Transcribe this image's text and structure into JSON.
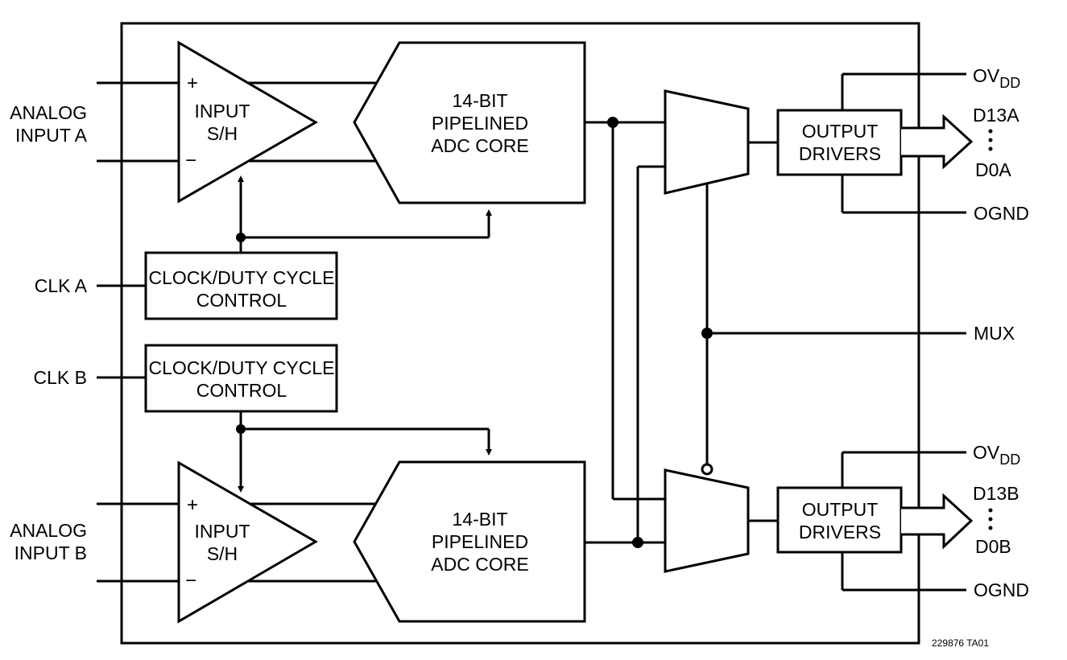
{
  "pins": {
    "analog_input_a": [
      "ANALOG",
      "INPUT A"
    ],
    "analog_input_b": [
      "ANALOG",
      "INPUT B"
    ],
    "clk_a": "CLK A",
    "clk_b": "CLK B",
    "ovdd_main": "OV",
    "ovdd_sub": "DD",
    "d13a": "D13A",
    "d0a": "D0A",
    "d13b": "D13B",
    "d0b": "D0B",
    "ognd": "OGND",
    "mux": "MUX"
  },
  "blocks": {
    "sample_hold": [
      "INPUT",
      "S/H"
    ],
    "adc_core": [
      "14-BIT",
      "PIPELINED",
      "ADC CORE"
    ],
    "clock_control": [
      "CLOCK/DUTY CYCLE",
      "CONTROL"
    ],
    "output_drivers": [
      "OUTPUT",
      "DRIVERS"
    ]
  },
  "signs": {
    "plus": "+",
    "minus": "−"
  },
  "figure_id": "229876 TA01"
}
